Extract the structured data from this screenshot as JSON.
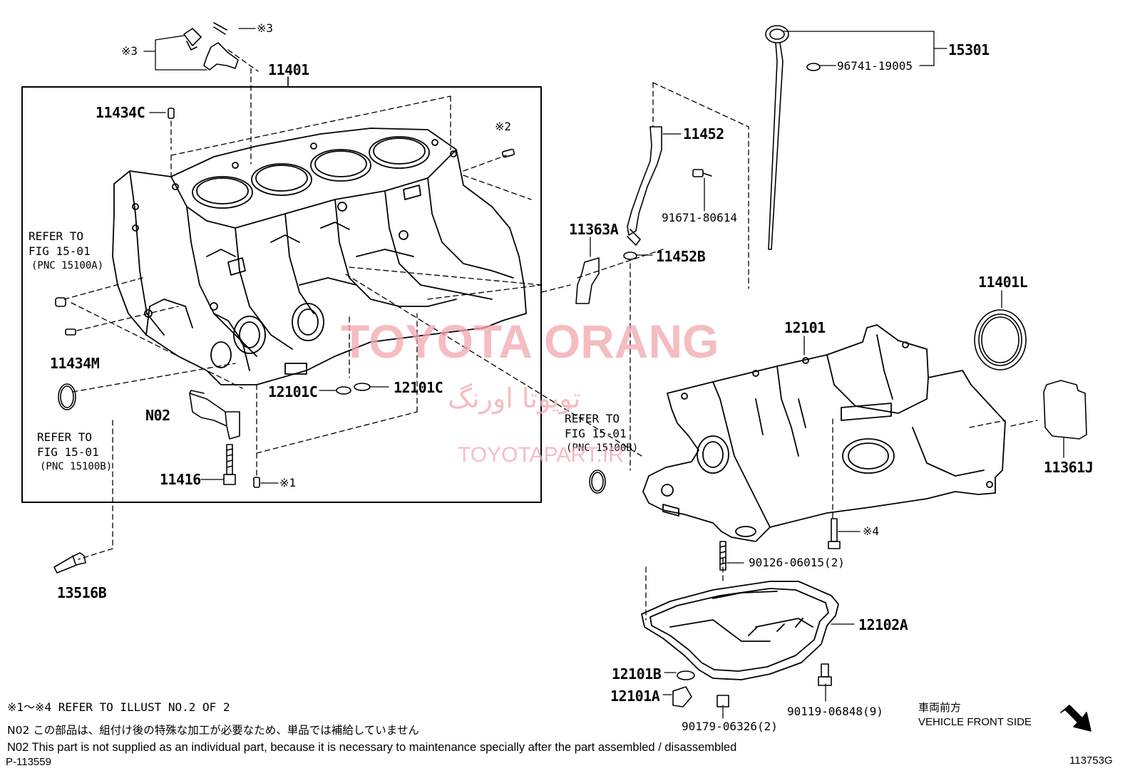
{
  "labels": {
    "p_11401": "11401",
    "p_11434C": "11434C",
    "p_11434M": "11434M",
    "p_N02": "N02",
    "p_11416": "11416",
    "p_12101C_a": "12101C",
    "p_12101C_b": "12101C",
    "p_13516B": "13516B",
    "p_15301": "15301",
    "p_96741": "96741-19005",
    "p_11452": "11452",
    "p_91671": "91671-80614",
    "p_11363A": "11363A",
    "p_11452B": "11452B",
    "p_11401L": "11401L",
    "p_12101": "12101",
    "p_11361J": "11361J",
    "p_90126": "90126-06015(2)",
    "p_12102A": "12102A",
    "p_12101B": "12101B",
    "p_12101A": "12101A",
    "p_90179": "90179-06326(2)",
    "p_90119": "90119-06848(9)",
    "m_1": "※1",
    "m_2": "※2",
    "m_3a": "※3",
    "m_3b": "※3",
    "m_4": "※4"
  },
  "refs": {
    "a_l1": "REFER TO",
    "a_l2": "FIG 15-01",
    "a_l3": "(PNC 15100A)",
    "b_l1": "REFER TO",
    "b_l2": "FIG 15-01",
    "b_l3": "(PNC 15100B)",
    "c_l1": "REFER TO",
    "c_l2": "FIG 15-01",
    "c_l3": "(PNC 15100B)"
  },
  "notes": {
    "refer_illust": "※1～※4 REFER TO ILLUST NO.2 OF 2",
    "n02_jp": "N02 この部品は、組付け後の特殊な加工が必要なため、単品では補給していません",
    "n02_en": "N02 This part is not supplied as an individual part, because it is necessary to maintenance specially after the part assembled / disassembled",
    "page_id": "P-113559",
    "front_jp": "車両前方",
    "front_en": "VEHICLE FRONT SIDE",
    "illus_id": "113753G"
  },
  "watermark": {
    "brand": "TOYOTA ORANG",
    "brand_fa": "تویوتا اورنگ",
    "url": "TOYOTAPART.IR"
  },
  "colors": {
    "line": "#000000",
    "watermark": "#f2a6ae"
  }
}
